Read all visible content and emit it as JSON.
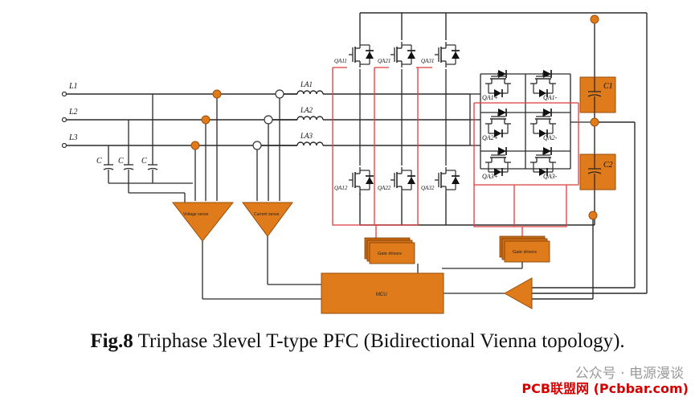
{
  "labels": {
    "line_1": "L1",
    "line_2": "L2",
    "line_3": "L3",
    "inductor_1": "LA1",
    "inductor_2": "LA2",
    "inductor_3": "LA3",
    "cap_1": "C",
    "cap_2": "C",
    "cap_3": "C",
    "q_top_1": "QA11",
    "q_top_2": "QA21",
    "q_top_3": "QA31",
    "q_bot_1": "QA12",
    "q_bot_2": "QA22",
    "q_bot_3": "QA32",
    "q_a1p": "QA1+",
    "q_a1m": "QA1-",
    "q_a2p": "QA2+",
    "q_a2m": "QA2-",
    "q_a3p": "QA3+",
    "q_a3m": "QA3-",
    "dc_cap_1": "C1",
    "dc_cap_2": "C2",
    "voltage_sense": "Voltage sense",
    "current_sense": "Current sense",
    "gate_drivers_1": "Gate drivers",
    "gate_drivers_2": "Gate drivers",
    "mcu": "MCU"
  },
  "caption": {
    "fig": "Fig.8",
    "text": " Triphase 3level T-type PFC (Bidirectional Vienna topology)."
  },
  "watermark": "公众号 · 电源漫谈",
  "credit": "PCB联盟网 (Pcbbar.com)",
  "colors": {
    "block": "#e07b1c",
    "block_stroke": "#9a4e0a",
    "wire": "#2a2a2a",
    "highlight": "#e23a3a"
  }
}
